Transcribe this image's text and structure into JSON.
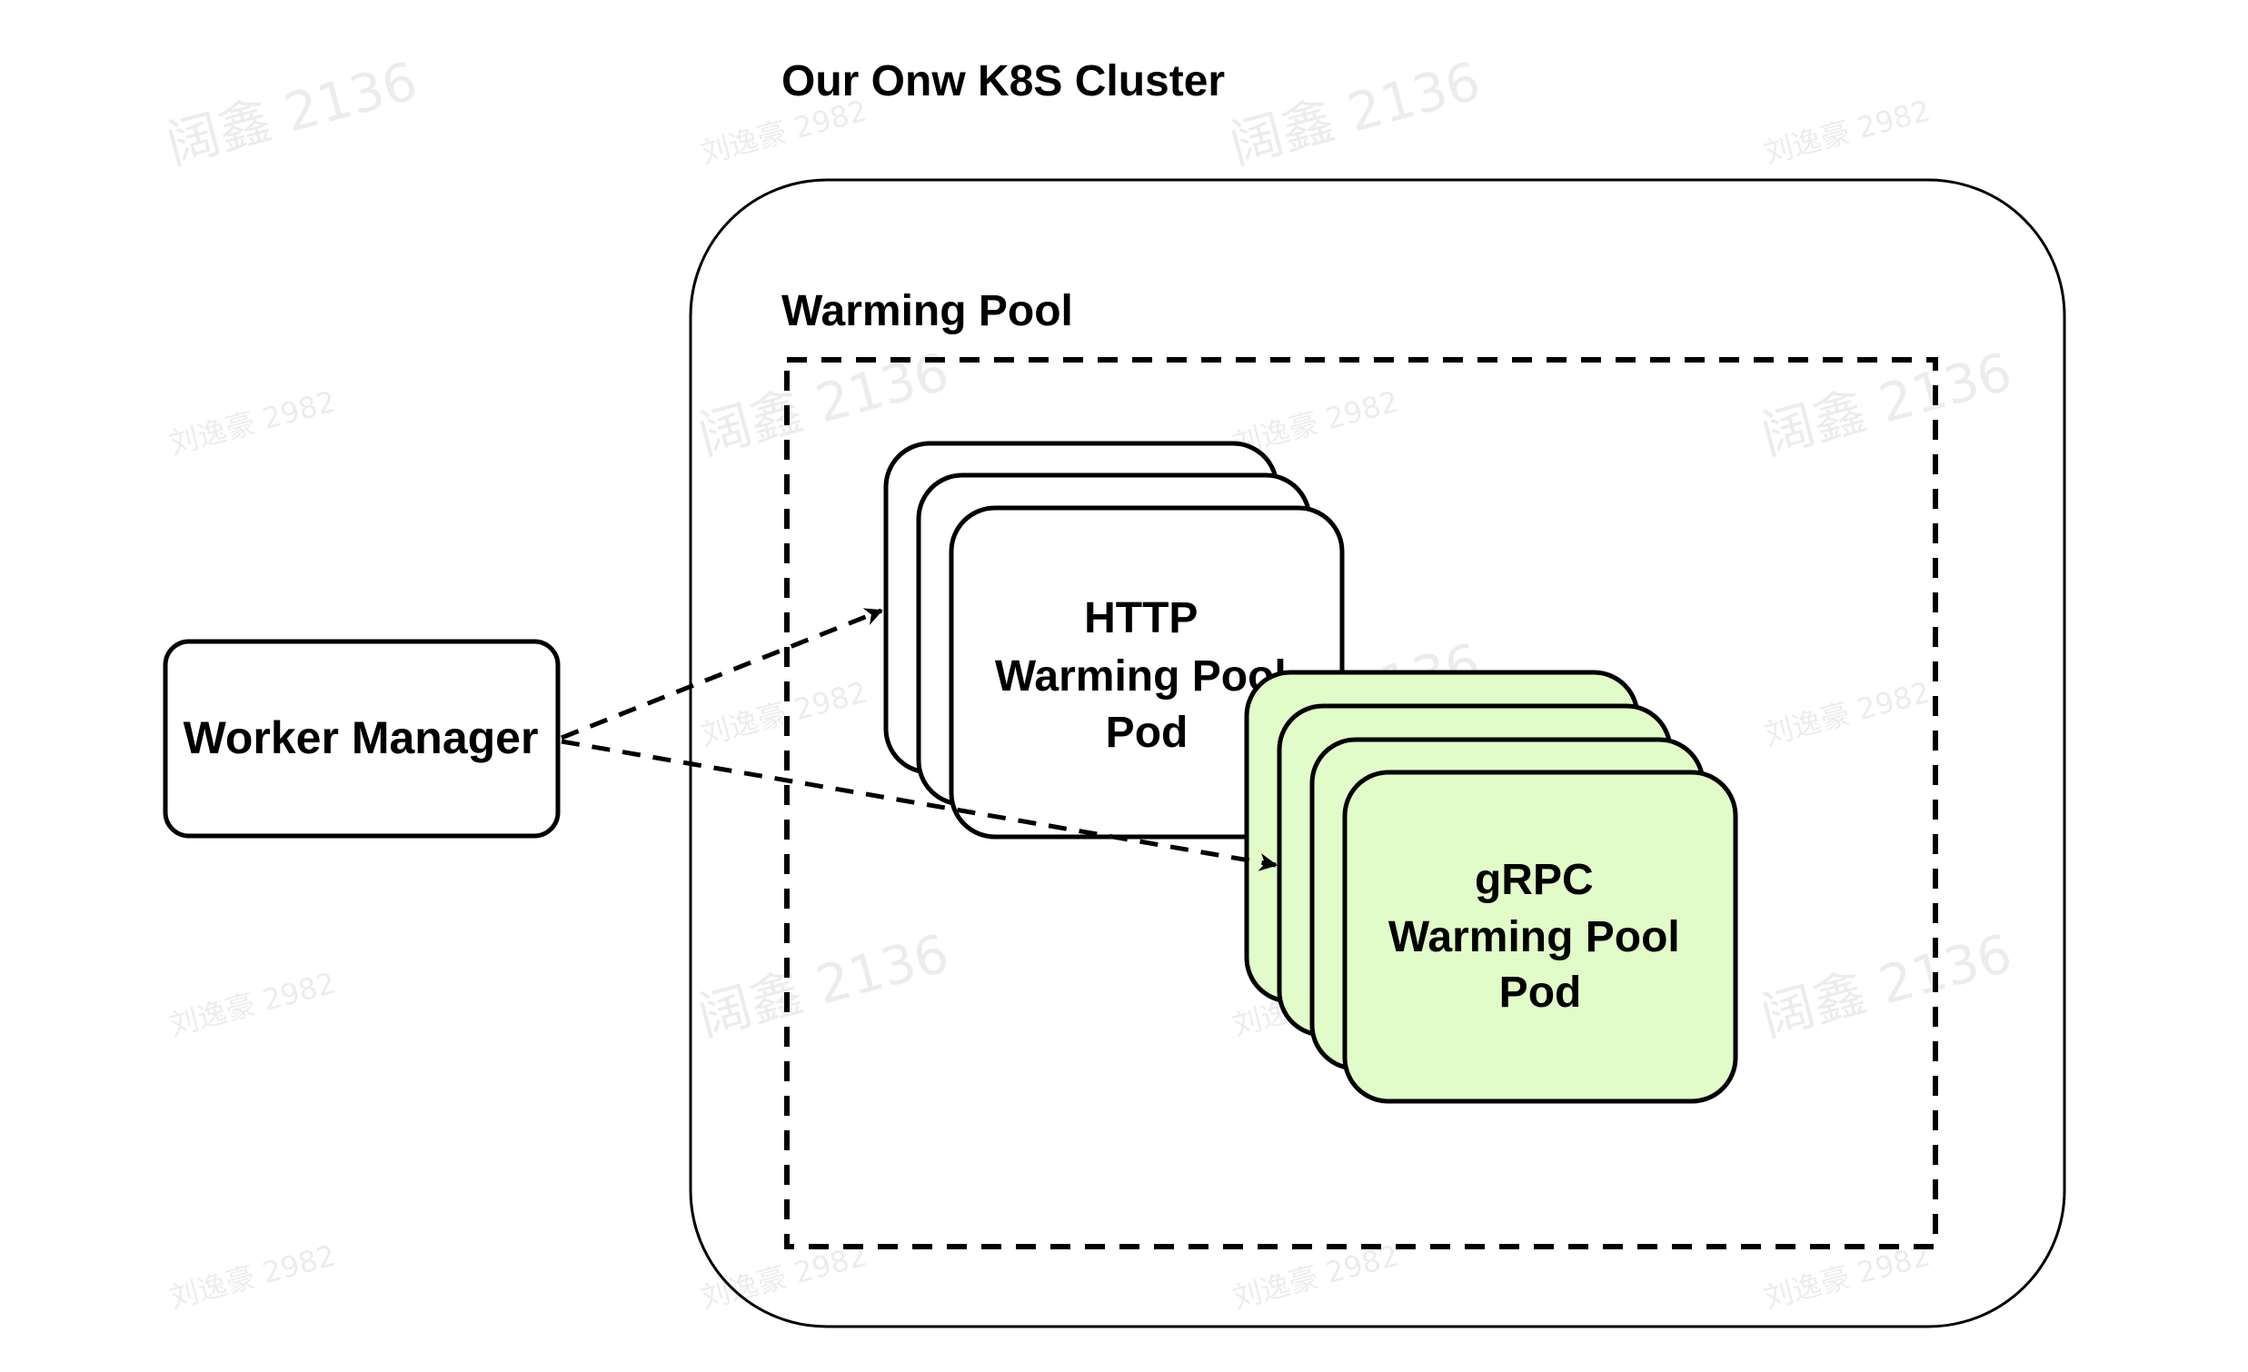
{
  "cluster": {
    "title": "Our Onw K8S Cluster"
  },
  "warming_pool": {
    "title": "Warming Pool"
  },
  "worker_manager": {
    "label": "Worker Manager"
  },
  "http_pod": {
    "lines": [
      "HTTP",
      "Warming Pool",
      "Pod"
    ],
    "fill": "#ffffff"
  },
  "grpc_pod": {
    "lines": [
      "gRPC",
      "Warming Pool",
      "Pod"
    ],
    "fill": "#e1fcc8"
  },
  "watermarks": {
    "primary": "刘逸豪 2982",
    "secondary": "阔鑫 2136"
  },
  "colors": {
    "stroke": "#000000",
    "background": "#ffffff",
    "grpc_fill": "#e1fcc8"
  }
}
